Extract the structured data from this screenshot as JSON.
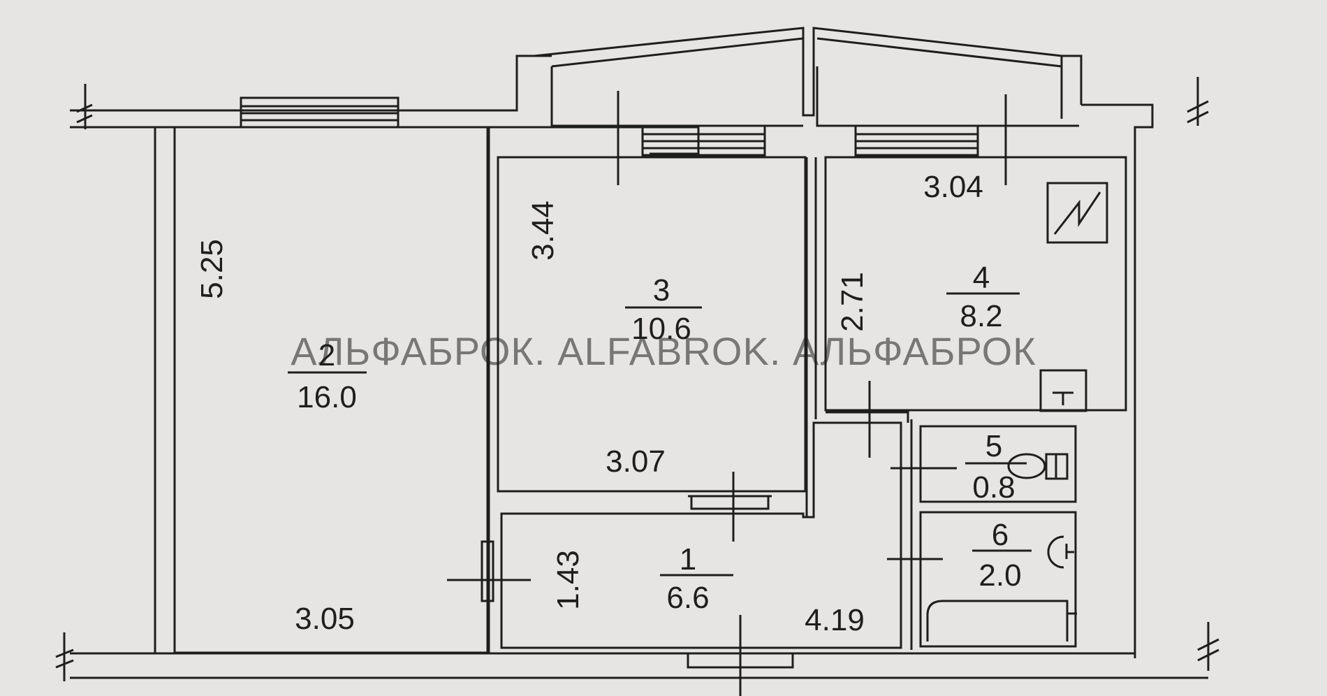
{
  "plan": {
    "rooms": [
      {
        "id": "1",
        "number": "1",
        "area": "6.6"
      },
      {
        "id": "2",
        "number": "2",
        "area": "16.0"
      },
      {
        "id": "3",
        "number": "3",
        "area": "10.6"
      },
      {
        "id": "4",
        "number": "4",
        "area": "8.2"
      },
      {
        "id": "5",
        "number": "5",
        "area": "0.8"
      },
      {
        "id": "6",
        "number": "6",
        "area": "2.0"
      }
    ],
    "dimensions": {
      "room2_height": "5.25",
      "room2_width": "3.05",
      "room3_height": "3.44",
      "room3_width": "3.07",
      "room4_width": "3.04",
      "room4_height": "2.71",
      "hall_height": "1.43",
      "hall_width": "4.19"
    },
    "watermark": "АЛЬФАБРОК. ALFABROK. АЛЬФАБРОК"
  },
  "icons": {
    "stove": "stove-icon",
    "sink": "sink-icon",
    "toilet": "toilet-icon",
    "washbasin": "washbasin-icon",
    "bathtub": "bathtub-icon"
  },
  "colors": {
    "paper": "#e6e5e3",
    "line": "#1e1e1e"
  }
}
